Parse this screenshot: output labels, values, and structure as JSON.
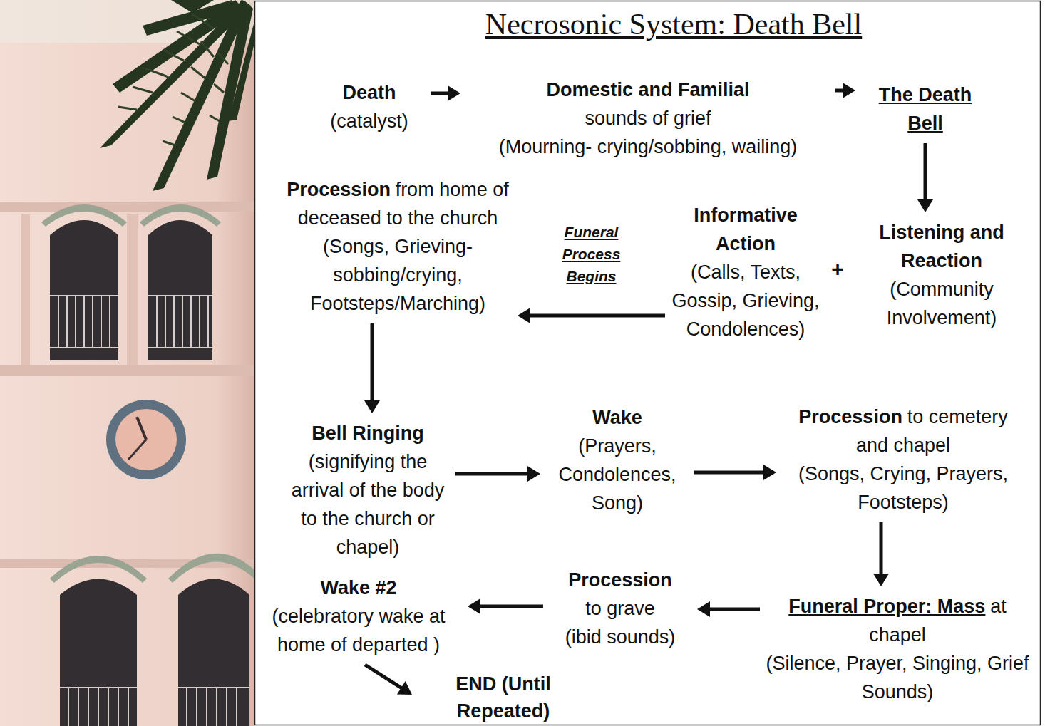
{
  "diagram": {
    "title": "Necrosonic System: Death Bell",
    "nodes": [
      {
        "text": [
          "Death",
          "(catalyst)"
        ]
      },
      {
        "text": [
          "Domestic and Familial",
          "sounds of grief",
          "(Mourning- crying/sobbing, wailing)"
        ]
      },
      {
        "text": [
          "The Death Bell"
        ]
      },
      {
        "text": [
          "Procession",
          "from home of deceased to the church",
          "(Songs, Grieving- sobbing/crying, Footsteps/Marching)"
        ]
      },
      {
        "text": [
          "Informative Action",
          "(Calls, Texts, Gossip, Grieving, Condolences)"
        ]
      },
      {
        "text": [
          "Listening and Reaction",
          "(Community Involvement)"
        ]
      },
      {
        "text": [
          "Bell Ringing",
          "(signifying the arrival of the body to the church or chapel)"
        ]
      },
      {
        "text": [
          "Wake",
          "(Prayers, Condolences, Song)"
        ]
      },
      {
        "text": [
          "Procession",
          "to cemetery and chapel",
          "(Songs, Crying, Prayers, Footsteps)"
        ]
      },
      {
        "text": [
          "Funeral Proper: Mass",
          "at chapel",
          "(Silence, Prayer, Singing, Grief Sounds)"
        ]
      },
      {
        "text": [
          "Procession",
          "to grave",
          "(ibid sounds)"
        ]
      },
      {
        "text": [
          "Wake #2",
          "(celebratory wake at home of departed )"
        ]
      },
      {
        "text": [
          "END (Until Repeated)"
        ]
      }
    ],
    "edges": [
      {
        "from": 0,
        "to": 1,
        "arrow": "to"
      },
      {
        "from": 1,
        "to": 2,
        "arrow": "to"
      },
      {
        "from": 2,
        "to": 5,
        "arrow": "to"
      },
      {
        "from": 4,
        "to": 3,
        "label": "Funeral Process Begins",
        "arrow": "to"
      },
      {
        "from": 3,
        "to": 6,
        "arrow": "to"
      },
      {
        "from": 6,
        "to": 7,
        "arrow": "to"
      },
      {
        "from": 7,
        "to": 8,
        "arrow": "to"
      },
      {
        "from": 8,
        "to": 9,
        "arrow": "to"
      },
      {
        "from": 9,
        "to": 10,
        "arrow": "to"
      },
      {
        "from": 10,
        "to": 11,
        "arrow": "to"
      },
      {
        "from": 11,
        "to": 12,
        "arrow": "to"
      }
    ],
    "labels": [
      "+"
    ]
  }
}
